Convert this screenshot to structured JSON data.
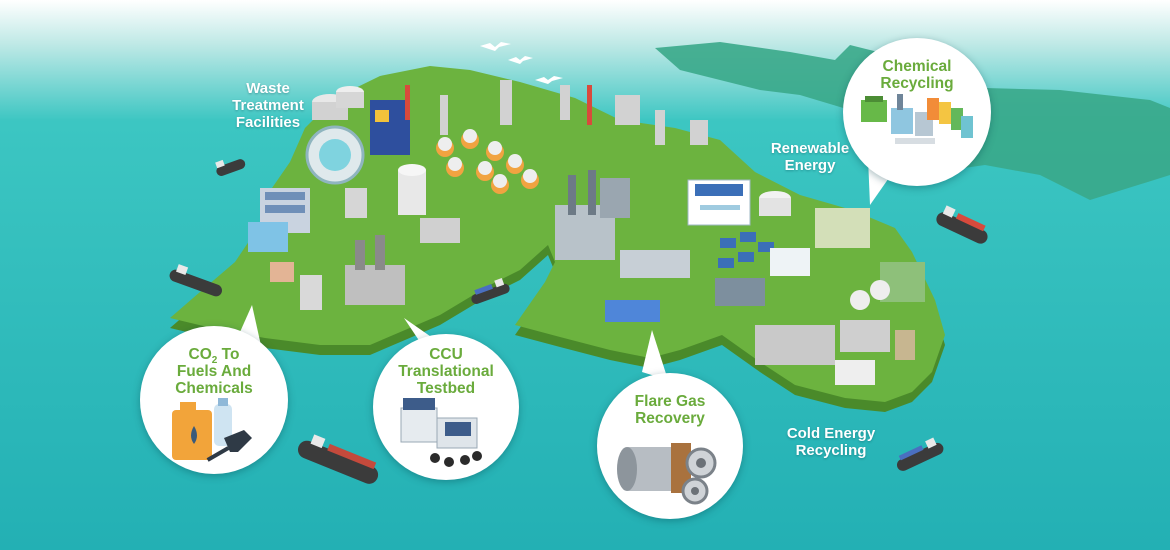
{
  "labels": {
    "waste_treatment": "Waste\nTreatment\nFacilities",
    "renewable_energy": "Renewable\nEnergy",
    "cold_energy": "Cold Energy\nRecycling"
  },
  "bubbles": {
    "chemical_recycling": "Chemical\nRecycling",
    "co2_prefix": "CO",
    "co2_sub": "2",
    "co2_suffix": " To",
    "co2_rest": "Fuels And\nChemicals",
    "ccu": "CCU\nTranslational\nTestbed",
    "flare_gas": "Flare Gas\nRecovery"
  },
  "colors": {
    "sea": "#2fbdbd",
    "sky": "#ffffff",
    "island_top": "#6cb33f",
    "island_side": "#4a8a2a",
    "bubble_text": "#6aab3c"
  }
}
